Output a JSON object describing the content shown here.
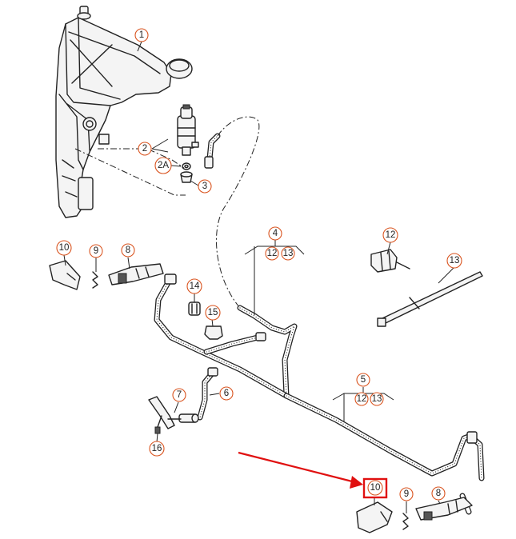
{
  "callouts": {
    "c1": "1",
    "c2": "2",
    "c2a": "2A",
    "c3": "3",
    "c4": "4",
    "c4_sub_a": "12",
    "c4_sub_b": "13",
    "c5": "5",
    "c5_sub_a": "12",
    "c5_sub_b": "13",
    "c6": "6",
    "c7": "7",
    "c8_left": "8",
    "c8_right": "8",
    "c9_left": "9",
    "c9_right": "9",
    "c10_left": "10",
    "c10_right": "10",
    "c12": "12",
    "c13": "13",
    "c14": "14",
    "c15": "15",
    "c16": "16"
  },
  "colors": {
    "callout_ring": "#d9531e",
    "highlight": "#e01010",
    "line": "#222222"
  },
  "highlighted_part": "10"
}
